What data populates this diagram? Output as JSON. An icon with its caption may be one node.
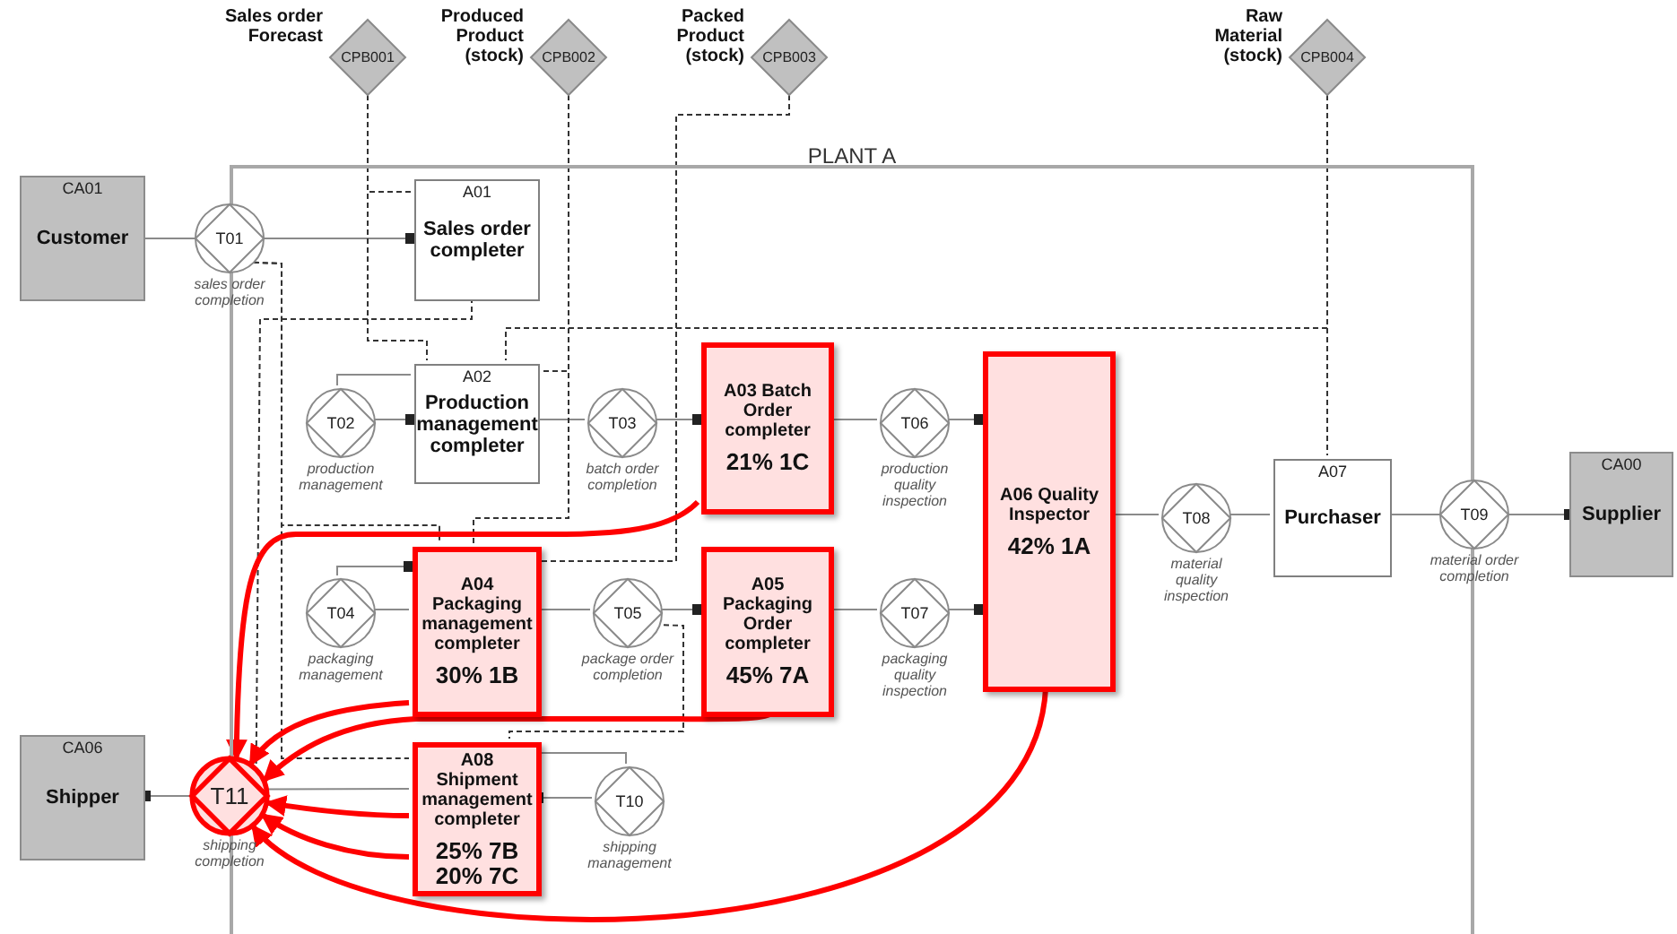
{
  "diagram": {
    "nodes": [
      {
        "text": [
          "Sales order Forecast",
          "CPB001"
        ]
      },
      {
        "text": [
          "Produced Product (stock)",
          "CPB002"
        ]
      },
      {
        "text": [
          "Packed Product (stock)",
          "CPB003"
        ]
      },
      {
        "text": [
          "Raw Material (stock)",
          "CPB004"
        ]
      },
      {
        "text": [
          "CA01",
          "Customer"
        ]
      },
      {
        "text": [
          "PLANT A"
        ]
      },
      {
        "text": [
          "T01",
          "sales order completion"
        ]
      },
      {
        "text": [
          "A01",
          "Sales order completer"
        ],
        "in": 5
      },
      {
        "text": [
          "T02",
          "production management"
        ],
        "in": 5
      },
      {
        "text": [
          "A02",
          "Production management completer"
        ],
        "in": 5
      },
      {
        "text": [
          "T03",
          "batch order completion"
        ],
        "in": 5
      },
      {
        "text": [
          "A03 Batch Order completer",
          "21% 1C"
        ],
        "in": 5
      },
      {
        "text": [
          "T06",
          "production quality inspection"
        ],
        "in": 5
      },
      {
        "text": [
          "A06 Quality Inspector",
          "42% 1A"
        ],
        "in": 5
      },
      {
        "text": [
          "T08",
          "material quality inspection"
        ],
        "in": 5
      },
      {
        "text": [
          "A07",
          "Purchaser"
        ],
        "in": 5
      },
      {
        "text": [
          "T09",
          "material order completion"
        ]
      },
      {
        "text": [
          "CA00",
          "Supplier"
        ]
      },
      {
        "text": [
          "T04",
          "packaging management"
        ],
        "in": 5
      },
      {
        "text": [
          "A04 Packaging management completer",
          "30% 1B"
        ],
        "in": 5
      },
      {
        "text": [
          "T05",
          "package order completion"
        ],
        "in": 5
      },
      {
        "text": [
          "A05 Packaging Order completer",
          "45% 7A"
        ],
        "in": 5
      },
      {
        "text": [
          "T07",
          "packaging quality inspection"
        ],
        "in": 5
      },
      {
        "text": [
          "CA06",
          "Shipper"
        ]
      },
      {
        "text": [
          "T11",
          "shipping completion"
        ]
      },
      {
        "text": [
          "A08 Shipment management completer",
          "25% 7B 20% 7C"
        ],
        "in": 5
      },
      {
        "text": [
          "T10",
          "shipping management"
        ],
        "in": 5
      }
    ],
    "edges": [
      {
        "from": 4,
        "to": 6,
        "arrow": "none"
      },
      {
        "from": 6,
        "to": 7,
        "arrow": "other"
      },
      {
        "from": 8,
        "to": 9,
        "arrow": "none"
      },
      {
        "from": 8,
        "to": 9,
        "arrow": "other"
      },
      {
        "from": 9,
        "to": 10,
        "arrow": "none"
      },
      {
        "from": 10,
        "to": 11,
        "arrow": "other"
      },
      {
        "from": 11,
        "to": 12,
        "arrow": "none"
      },
      {
        "from": 12,
        "to": 13,
        "arrow": "other"
      },
      {
        "from": 13,
        "to": 14,
        "arrow": "none"
      },
      {
        "from": 14,
        "to": 15,
        "arrow": "none"
      },
      {
        "from": 15,
        "to": 16,
        "arrow": "none"
      },
      {
        "from": 16,
        "to": 17,
        "arrow": "other"
      },
      {
        "from": 18,
        "to": 19,
        "arrow": "other"
      },
      {
        "from": 18,
        "to": 19,
        "arrow": "none"
      },
      {
        "from": 19,
        "to": 20,
        "arrow": "none"
      },
      {
        "from": 20,
        "to": 21,
        "arrow": "other"
      },
      {
        "from": 21,
        "to": 22,
        "arrow": "none"
      },
      {
        "from": 22,
        "to": 13,
        "arrow": "other"
      },
      {
        "from": 24,
        "to": 23,
        "arrow": "other"
      },
      {
        "from": 25,
        "to": 24,
        "arrow": "none"
      },
      {
        "from": 26,
        "to": 25,
        "arrow": "other"
      },
      {
        "from": 25,
        "to": 26,
        "arrow": "none"
      },
      {
        "from": 0,
        "to": 7,
        "arrow": "none",
        "style": "dashed"
      },
      {
        "from": 0,
        "to": 9,
        "arrow": "none",
        "style": "dashed"
      },
      {
        "from": 1,
        "to": 9,
        "arrow": "none",
        "style": "dashed"
      },
      {
        "from": 1,
        "to": 19,
        "arrow": "none",
        "style": "dashed"
      },
      {
        "from": 2,
        "to": 19,
        "arrow": "none",
        "style": "dashed"
      },
      {
        "from": 3,
        "to": 9,
        "arrow": "none",
        "style": "dashed"
      },
      {
        "from": 3,
        "to": 15,
        "arrow": "none",
        "style": "dashed"
      },
      {
        "from": 6,
        "to": 19,
        "arrow": "none",
        "style": "dashed"
      },
      {
        "from": 6,
        "to": 25,
        "arrow": "none",
        "style": "dashed"
      },
      {
        "from": 7,
        "to": 24,
        "arrow": "none",
        "style": "dashed"
      },
      {
        "from": 20,
        "to": 25,
        "arrow": "none",
        "style": "dashed"
      },
      {
        "from": 11,
        "to": 24,
        "arrow": "to",
        "style": "thick",
        "color": "#ff0000"
      },
      {
        "from": 19,
        "to": 24,
        "arrow": "to",
        "style": "thick",
        "color": "#ff0000"
      },
      {
        "from": 21,
        "to": 24,
        "arrow": "to",
        "style": "thick",
        "color": "#ff0000"
      },
      {
        "from": 25,
        "to": 24,
        "arrow": "to",
        "style": "thick",
        "color": "#ff0000"
      },
      {
        "from": 25,
        "to": 24,
        "arrow": "to",
        "style": "thick",
        "color": "#ff0000"
      },
      {
        "from": 13,
        "to": 24,
        "arrow": "to",
        "style": "thick",
        "color": "#ff0000"
      }
    ]
  }
}
